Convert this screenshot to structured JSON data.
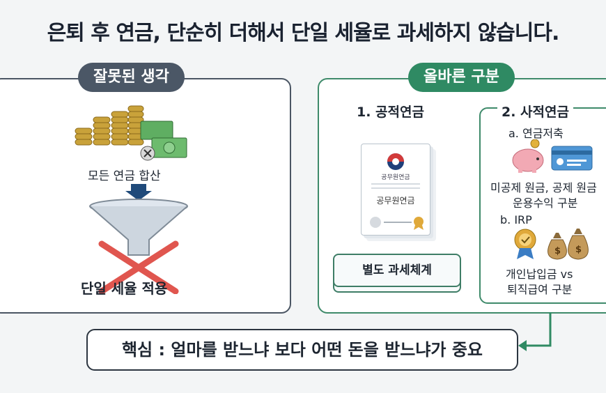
{
  "title": "은퇴 후 연금, 단순히 더해서 단일 세율로 과세하지 않습니다.",
  "wrong": {
    "badge": "잘못된 생각",
    "sum_label": "모든 연금 합산",
    "result_label": "단일 세율 적용"
  },
  "right": {
    "badge": "올바른 구분",
    "public": {
      "heading": "1. 공적연금",
      "doc_small": "공무원연금",
      "doc_label": "공무원연금",
      "box": "별도 과세체계"
    },
    "private": {
      "heading": "2. 사적연금",
      "a_label": "a. 연금저축",
      "a_desc_1": "미공제 원금, 공제 원금",
      "a_desc_2": "운용수익 구분",
      "b_label": "b. IRP",
      "b_desc_1": "개인납입금 vs",
      "b_desc_2": "퇴직급여 구분"
    }
  },
  "key_message": "핵심 : 얼마를 받느냐 보다 어떤 돈을 받느냐가 중요",
  "icons": [
    "coins-icon",
    "cash-icon",
    "funnel-icon",
    "x-mark-icon",
    "document-icon",
    "piggy-bank-icon",
    "card-icon",
    "badge-icon",
    "money-bag-icon"
  ],
  "colors": {
    "green": "#2f8a63",
    "grey": "#4b5766",
    "red": "#e0564f"
  }
}
